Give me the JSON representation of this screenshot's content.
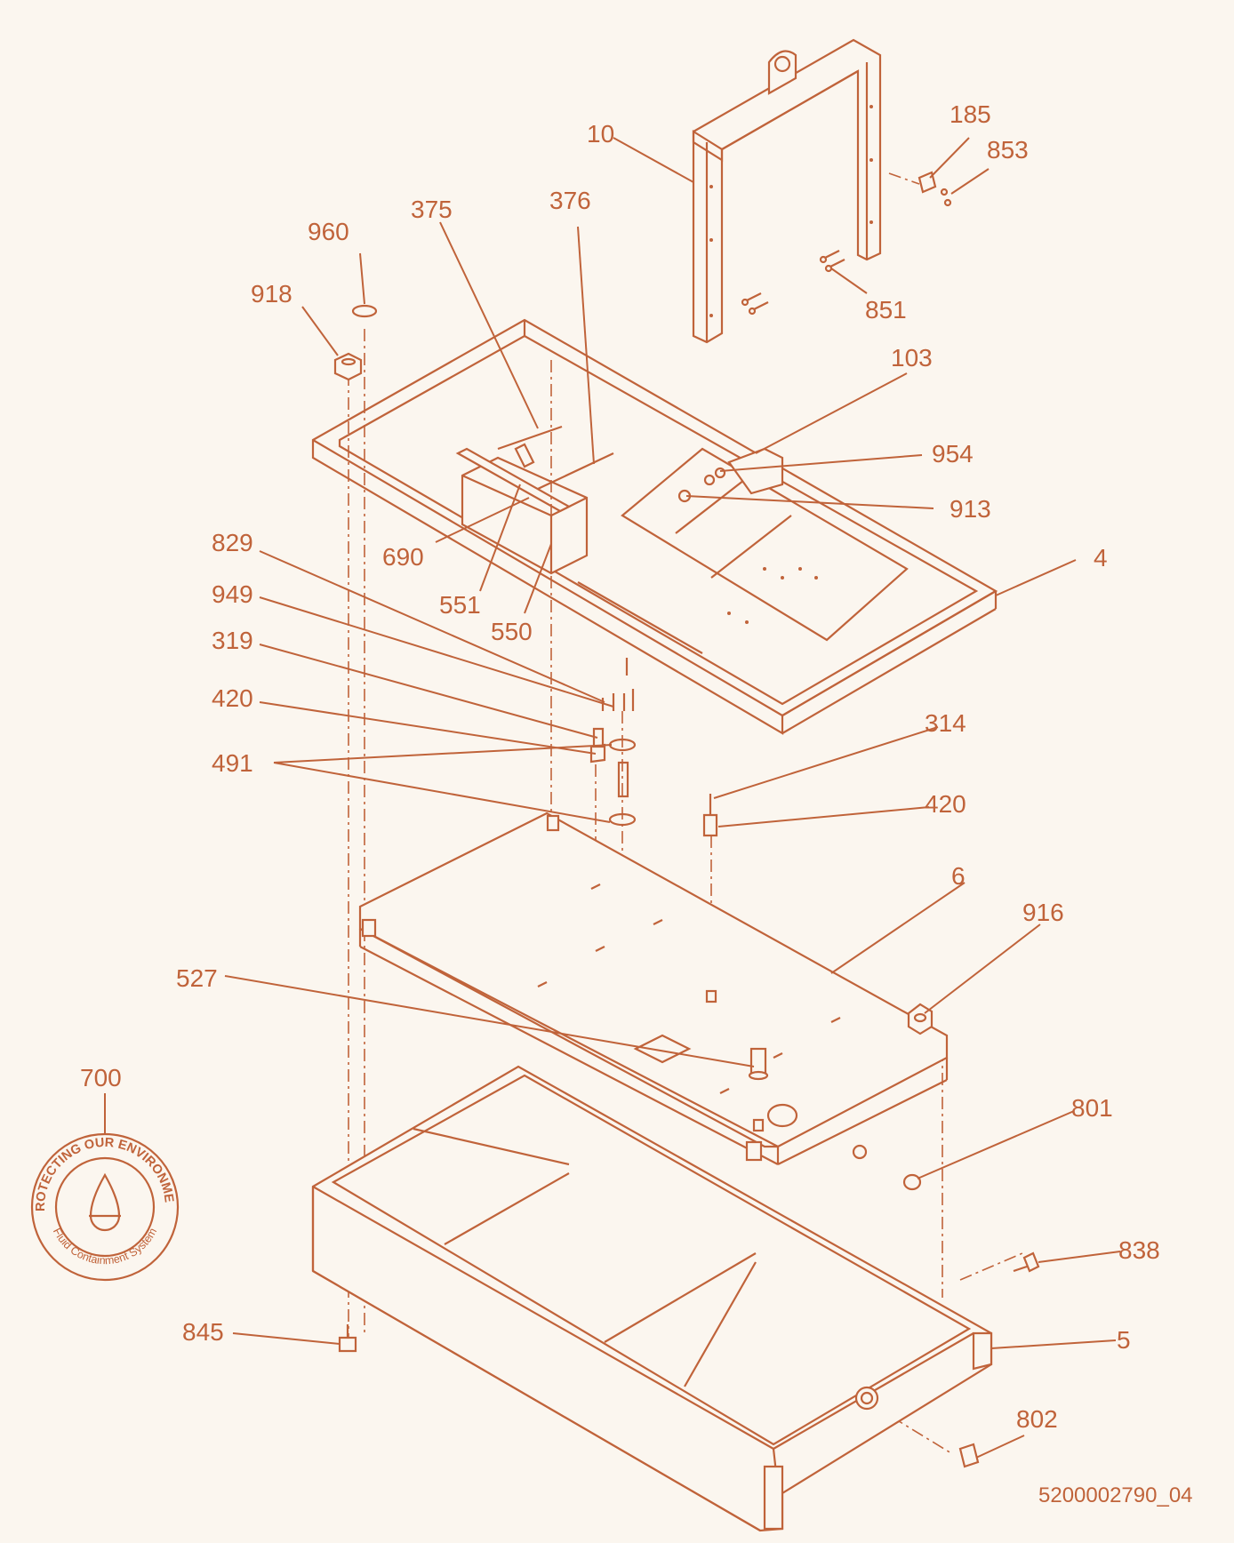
{
  "drawing_number": "5200002790_04",
  "colors": {
    "line": "#c0633a",
    "background": "#fbf6ef"
  },
  "emblem": {
    "label": "700",
    "ring_top_text": "PROTECTING OUR ENVIRONMENT",
    "ring_bottom_text": "Fluid Containment System",
    "icon": "oil-drop-icon"
  },
  "callouts": [
    "10",
    "185",
    "853",
    "851",
    "376",
    "375",
    "960",
    "918",
    "103",
    "954",
    "913",
    "4",
    "829",
    "690",
    "551",
    "550",
    "949",
    "319",
    "420",
    "491",
    "314",
    "420",
    "6",
    "916",
    "527",
    "801",
    "838",
    "5",
    "845",
    "802"
  ]
}
